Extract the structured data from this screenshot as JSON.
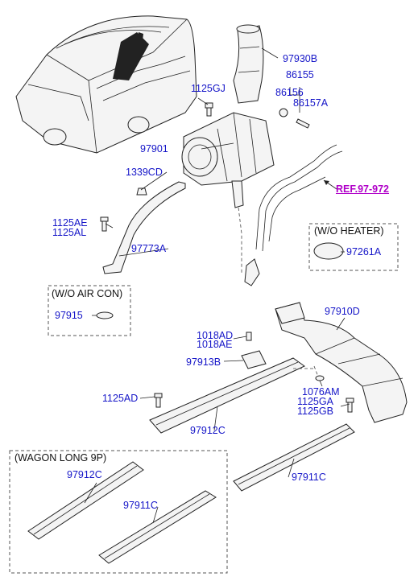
{
  "parts": {
    "p97930B": "97930B",
    "p86155": "86155",
    "p86156": "86156",
    "p86157A": "86157A",
    "p1125GJ": "1125GJ",
    "p97901": "97901",
    "p1339CD": "1339CD",
    "ref": "REF.97-972",
    "p1125AE": "1125AE",
    "p1125AL": "1125AL",
    "p97773A": "97773A",
    "p97261A": "97261A",
    "p97915": "97915",
    "p97910D": "97910D",
    "p1018AD": "1018AD",
    "p1018AE": "1018AE",
    "p97913B": "97913B",
    "p1125AD": "1125AD",
    "p1076AM": "1076AM",
    "p1125GA": "1125GA",
    "p1125GB": "1125GB",
    "p97912C_a": "97912C",
    "p97911C_a": "97911C",
    "p97912C_b": "97912C",
    "p97911C_b": "97911C"
  },
  "groups": {
    "wo_heater": "(W/O HEATER)",
    "wo_aircon": "(W/O AIR CON)",
    "wagon": "(WAGON LONG 9P)"
  },
  "colors": {
    "part_label": "#1515c8",
    "reference": "#b000c8",
    "line": "#222222"
  }
}
